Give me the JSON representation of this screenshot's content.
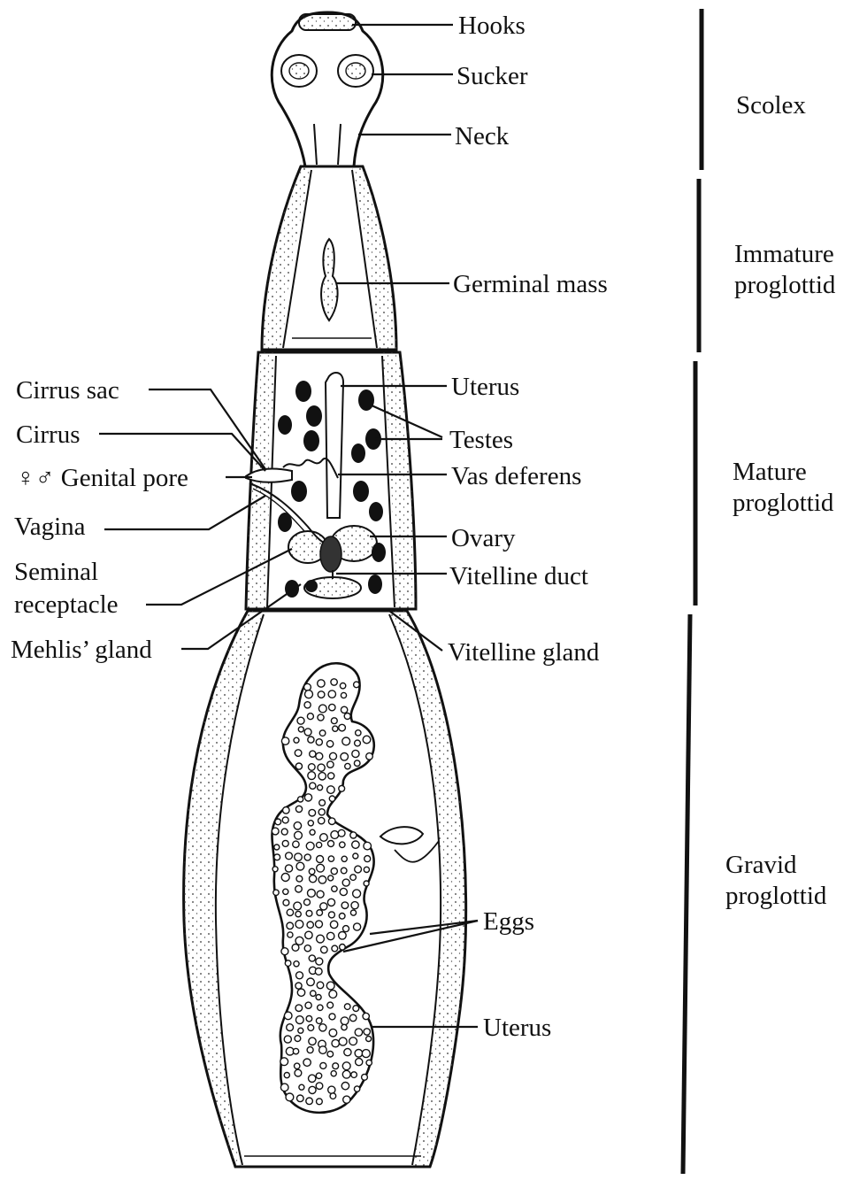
{
  "labels": {
    "hooks": "Hooks",
    "sucker": "Sucker",
    "neck": "Neck",
    "germinal_mass": "Germinal mass",
    "uterus_mature": "Uterus",
    "testes": "Testes",
    "vas_deferens": "Vas deferens",
    "ovary": "Ovary",
    "vitelline_duct": "Vitelline duct",
    "vitelline_gland": "Vitelline gland",
    "eggs": "Eggs",
    "uterus_gravid": "Uterus",
    "cirrus_sac": "Cirrus sac",
    "cirrus": "Cirrus",
    "genital_pore": "♀♂ Genital pore",
    "vagina": "Vagina",
    "seminal_receptacle": [
      "Seminal",
      "receptacle"
    ],
    "mehlis_gland": "Mehlis’ gland"
  },
  "segments": {
    "scolex": [
      "Scolex"
    ],
    "immature": [
      "Immature",
      "proglottid"
    ],
    "mature": [
      "Mature",
      "proglottid"
    ],
    "gravid": [
      "Gravid",
      "proglottid"
    ]
  },
  "colors": {
    "ink": "#111111",
    "paper": "#ffffff"
  }
}
